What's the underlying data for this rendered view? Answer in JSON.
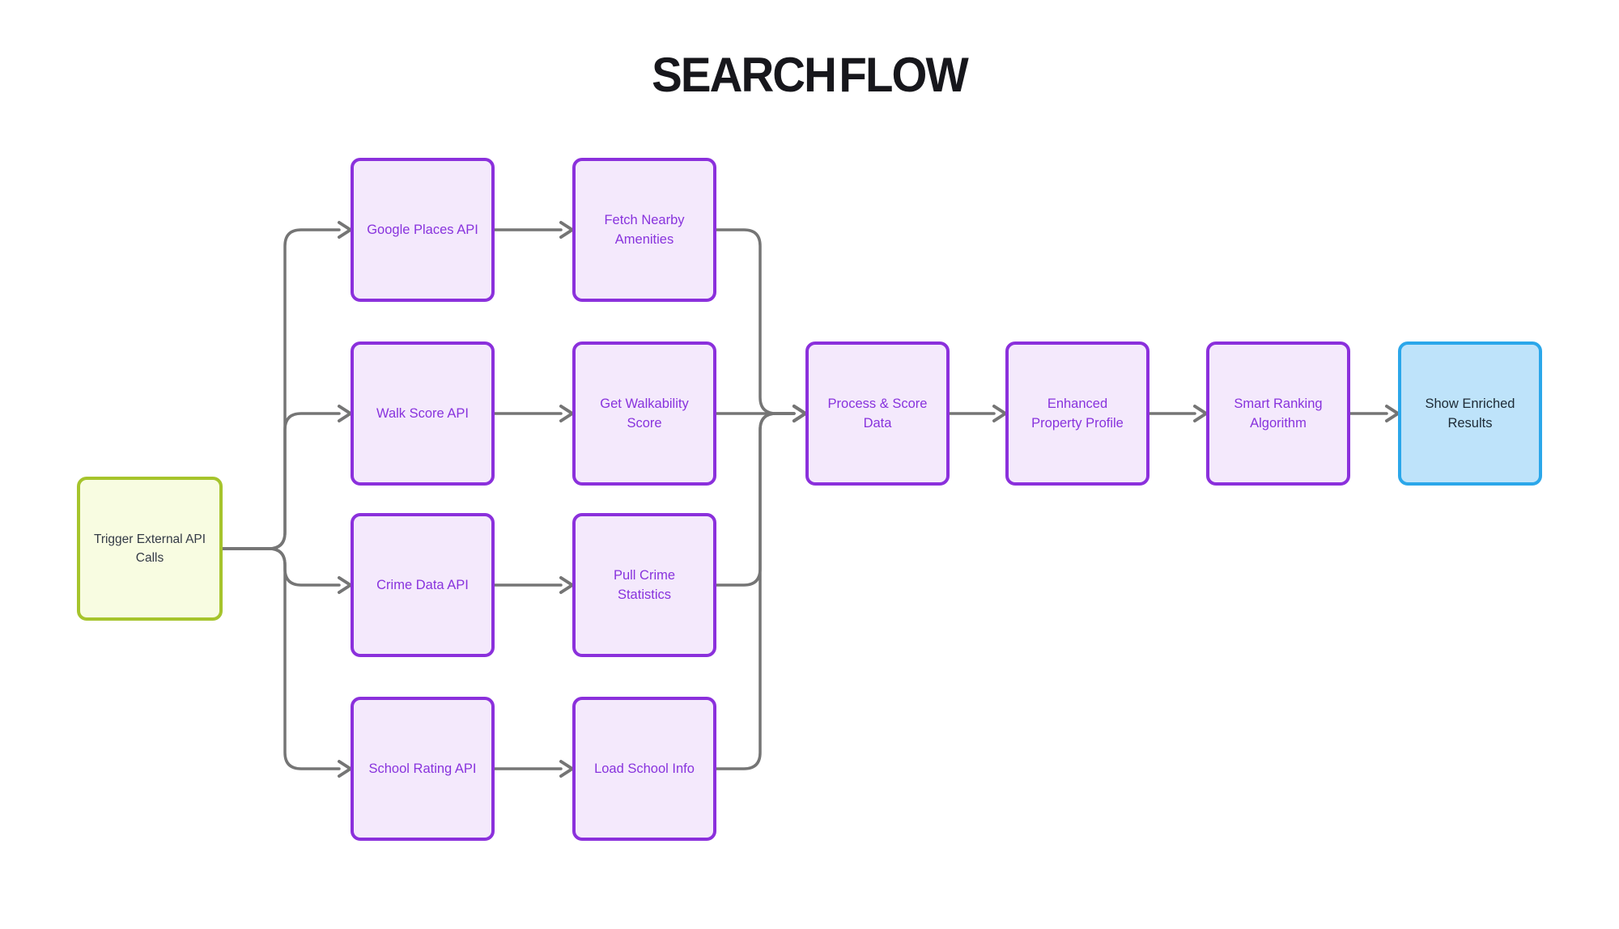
{
  "title": "SEARCH FLOW",
  "colors": {
    "title_text": "#17171c",
    "line": "#757575",
    "purple_border": "#8b30dc",
    "purple_fill": "#f4e9fc",
    "purple_text": "#8833dd",
    "green_border": "#a6c42c",
    "green_fill": "#f8fce1",
    "blue_border": "#2ba7ea",
    "blue_fill": "#bee3fa",
    "dark_text": "#343b46",
    "darkblue_text": "#1d2a35"
  },
  "diagram": {
    "nodes": {
      "trigger": {
        "label": "Trigger External API\nCalls",
        "type": "start"
      },
      "google_places": {
        "label": "Google Places API",
        "type": "process"
      },
      "walk_score": {
        "label": "Walk Score API",
        "type": "process"
      },
      "crime_data": {
        "label": "Crime Data API",
        "type": "process"
      },
      "school_rating": {
        "label": "School Rating API",
        "type": "process"
      },
      "fetch_amenities": {
        "label": "Fetch Nearby\nAmenities",
        "type": "process"
      },
      "get_walkability": {
        "label": "Get Walkability\nScore",
        "type": "process"
      },
      "pull_crime": {
        "label": "Pull Crime\nStatistics",
        "type": "process"
      },
      "load_school": {
        "label": "Load School Info",
        "type": "process"
      },
      "process_score": {
        "label": "Process & Score\nData",
        "type": "process"
      },
      "enhanced_profile": {
        "label": "Enhanced\nProperty Profile",
        "type": "process"
      },
      "smart_ranking": {
        "label": "Smart Ranking\nAlgorithm",
        "type": "process"
      },
      "show_results": {
        "label": "Show Enriched\nResults",
        "type": "end"
      }
    },
    "edges": [
      {
        "from": "trigger",
        "to": "google_places"
      },
      {
        "from": "trigger",
        "to": "walk_score"
      },
      {
        "from": "trigger",
        "to": "crime_data"
      },
      {
        "from": "trigger",
        "to": "school_rating"
      },
      {
        "from": "google_places",
        "to": "fetch_amenities"
      },
      {
        "from": "walk_score",
        "to": "get_walkability"
      },
      {
        "from": "crime_data",
        "to": "pull_crime"
      },
      {
        "from": "school_rating",
        "to": "load_school"
      },
      {
        "from": "fetch_amenities",
        "to": "process_score"
      },
      {
        "from": "get_walkability",
        "to": "process_score"
      },
      {
        "from": "pull_crime",
        "to": "process_score"
      },
      {
        "from": "load_school",
        "to": "process_score"
      },
      {
        "from": "process_score",
        "to": "enhanced_profile"
      },
      {
        "from": "enhanced_profile",
        "to": "smart_ranking"
      },
      {
        "from": "smart_ranking",
        "to": "show_results"
      }
    ]
  }
}
